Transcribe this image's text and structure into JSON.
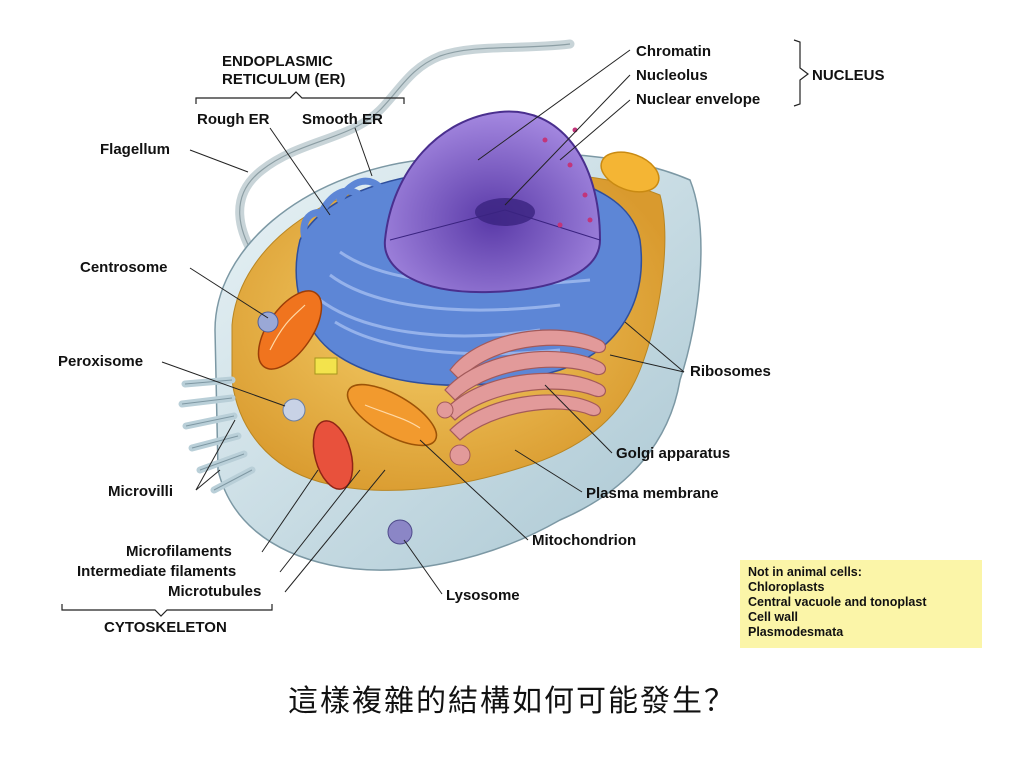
{
  "er_header": {
    "line1": "ENDOPLASMIC",
    "line2": "RETICULUM (ER)"
  },
  "nucleus_header": "NUCLEUS",
  "cytoskeleton_header": "CYTOSKELETON",
  "labels": {
    "rough_er": "Rough ER",
    "smooth_er": "Smooth ER",
    "flagellum": "Flagellum",
    "centrosome": "Centrosome",
    "peroxisome": "Peroxisome",
    "microvilli": "Microvilli",
    "microfilaments": "Microfilaments",
    "intermediate_filaments": "Intermediate filaments",
    "microtubules": "Microtubules",
    "chromatin": "Chromatin",
    "nucleolus": "Nucleolus",
    "nuclear_envelope": "Nuclear envelope",
    "ribosomes": "Ribosomes",
    "golgi_apparatus": "Golgi apparatus",
    "plasma_membrane": "Plasma membrane",
    "mitochondrion": "Mitochondrion",
    "lysosome": "Lysosome"
  },
  "note": {
    "title": "Not in animal cells:",
    "items": [
      "Chloroplasts",
      "Central vacuole and tonoplast",
      "Cell wall",
      "Plasmodesmata"
    ]
  },
  "caption": "這樣複雜的結構如何可能發生？",
  "colors": {
    "cytoplasm": "#e9b447",
    "membrane": "#cfe3ea",
    "er": "#4f77c9",
    "nucleus": "#7b58c4",
    "golgi": "#d98a8a",
    "mitochondria": "#f0741e",
    "note_bg": "#fbf5a8"
  }
}
